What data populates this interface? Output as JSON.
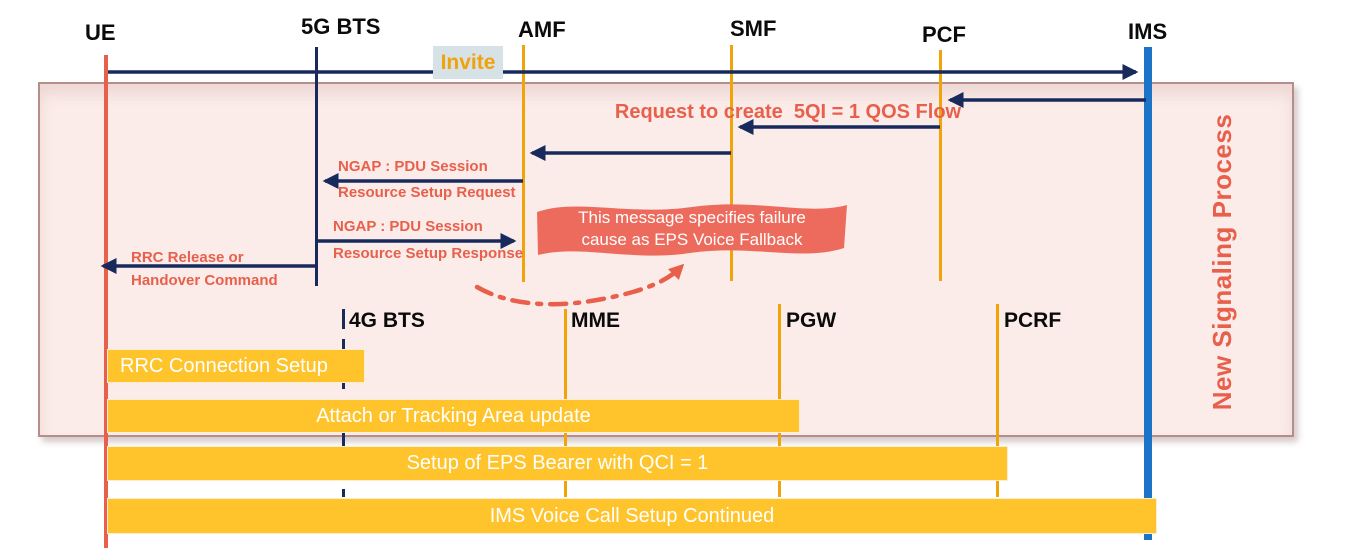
{
  "colors": {
    "navy": "#182A5C",
    "coral": "#E8604C",
    "banner": "#ED6B5C",
    "orange": "#F1A30A",
    "gold": "#FFC42C",
    "blue": "#1B74C8",
    "pink": "#FBECE9",
    "pink_border": "#B58E8C",
    "invite_bg": "#D7E2E6",
    "invite_text": "#F0A20C"
  },
  "panel": {
    "title": "New Signaling Process"
  },
  "lifelines_5g": [
    {
      "id": "ue",
      "label": "UE"
    },
    {
      "id": "5g-bts",
      "label": "5G BTS"
    },
    {
      "id": "amf",
      "label": "AMF"
    },
    {
      "id": "smf",
      "label": "SMF"
    },
    {
      "id": "pcf",
      "label": "PCF"
    },
    {
      "id": "ims",
      "label": "IMS"
    }
  ],
  "lifelines_4g": [
    {
      "id": "4g-bts",
      "label": "4G BTS"
    },
    {
      "id": "mme",
      "label": "MME"
    },
    {
      "id": "pgw",
      "label": "PGW"
    },
    {
      "id": "pcrf",
      "label": "PCRF"
    }
  ],
  "messages": {
    "invite": "Invite",
    "request_create_qos": "Request to create  5QI = 1 QOS Flow",
    "ngap_request_line1": "NGAP : PDU Session",
    "ngap_request_line2": "Resource Setup Request",
    "ngap_response_line1": "NGAP : PDU Session",
    "ngap_response_line2": "Resource Setup Response",
    "rrc_release_line1": "RRC Release or",
    "rrc_release_line2": "Handover Command"
  },
  "arrows": [
    {
      "name": "invite",
      "from": "ue",
      "to": "ims"
    },
    {
      "name": "request-create-qos",
      "from": "ims",
      "to": "pcf"
    },
    {
      "name": "qos-flow-to-smf",
      "from": "pcf",
      "to": "smf"
    },
    {
      "name": "qos-flow-to-amf",
      "from": "smf",
      "to": "amf"
    },
    {
      "name": "ngap-setup-request",
      "from": "amf",
      "to": "5g-bts"
    },
    {
      "name": "ngap-setup-response",
      "from": "5g-bts",
      "to": "amf"
    },
    {
      "name": "rrc-release-handover",
      "from": "5g-bts",
      "to": "ue"
    }
  ],
  "callout": {
    "line1": "This message specifies failure",
    "line2": "cause as EPS Voice Fallback"
  },
  "bars": [
    {
      "label": "RRC Connection Setup"
    },
    {
      "label": "Attach or Tracking Area update"
    },
    {
      "label": "Setup of EPS Bearer with QCI = 1"
    },
    {
      "label": "IMS Voice Call Setup Continued"
    }
  ]
}
